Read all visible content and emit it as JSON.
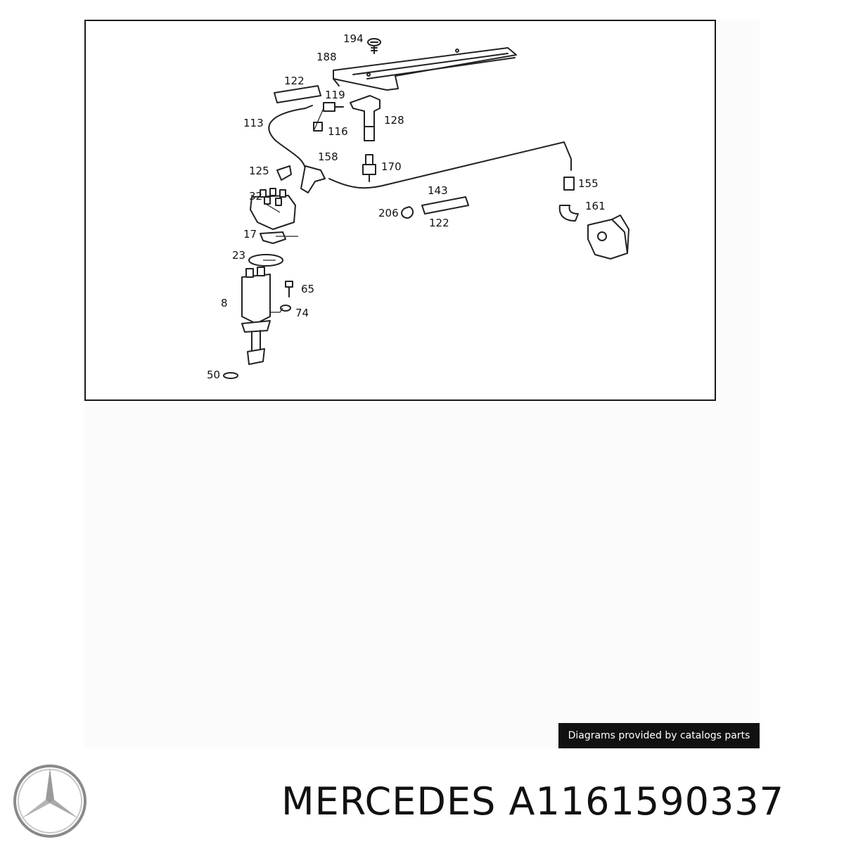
{
  "diagram": {
    "callouts": {
      "c194": "194",
      "c188": "188",
      "c122a": "122",
      "c119": "119",
      "c128": "128",
      "c113": "113",
      "c116": "116",
      "c125": "125",
      "c158": "158",
      "c170": "170",
      "c32": "32",
      "c143": "143",
      "c155": "155",
      "c206": "206",
      "c161": "161",
      "c122b": "122",
      "c17": "17",
      "c23": "23",
      "c65": "65",
      "c8": "8",
      "c74": "74",
      "c50": "50"
    }
  },
  "credit": {
    "text": "Diagrams provided by catalogs parts"
  },
  "title": {
    "text": "MERCEDES A1161590337"
  },
  "logo": {
    "icon": "mercedes-star-icon"
  }
}
